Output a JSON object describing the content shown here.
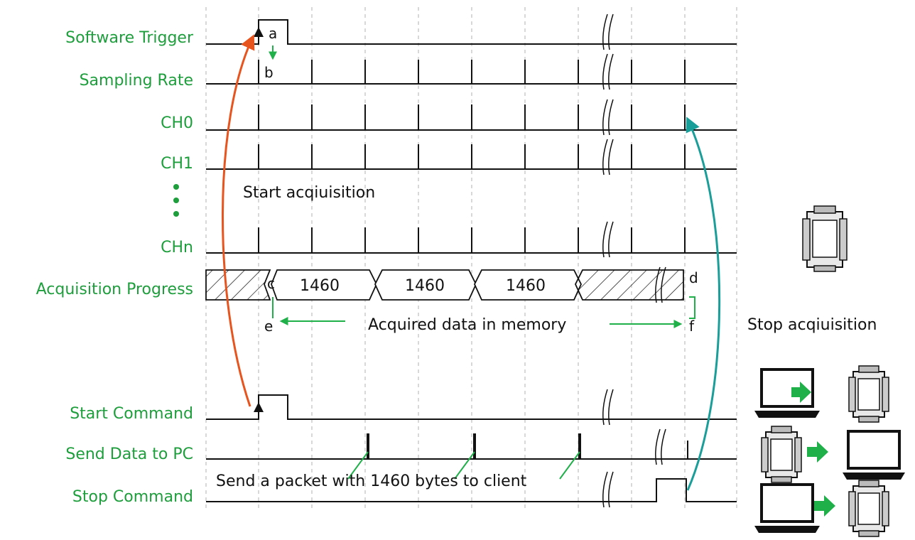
{
  "signals": {
    "software_trigger": "Software Trigger",
    "sampling_rate": "Sampling Rate",
    "ch0": "CH0",
    "ch1": "CH1",
    "chn": "CHn",
    "acquisition_progress": "Acquisition Progress",
    "start_command": "Start Command",
    "send_data": "Send Data to PC",
    "stop_command": "Stop Command"
  },
  "annotations": {
    "a": "a",
    "b": "b",
    "c": "c",
    "d": "d",
    "e": "e",
    "f": "f",
    "start_acq": "Start acqiuisition",
    "stop_acq": "Stop acqiuisition",
    "acquired": "Acquired data in memory",
    "send_packet": "Send a packet with 1460 bytes to client"
  },
  "packets": [
    "1460",
    "1460",
    "1460"
  ],
  "colors": {
    "label_green": "#1e9e3c",
    "arrow_orange": "#e8541e",
    "arrow_teal": "#1a9e9a",
    "arrow_green": "#20b04a"
  },
  "icons": [
    "device-icon",
    "laptop-icon"
  ]
}
